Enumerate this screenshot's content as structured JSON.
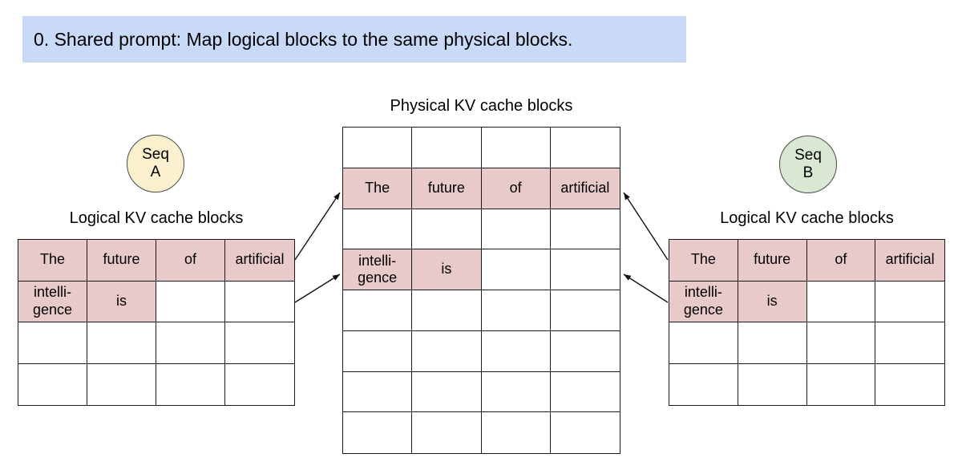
{
  "banner": {
    "text": "0. Shared prompt: Map logical blocks to the same physical blocks."
  },
  "colors": {
    "banner_bg": "#c9daf8",
    "filled_cell": "#e9caca",
    "seq_a_fill": "#fbf0cd",
    "seq_b_fill": "#d9e8d2",
    "table_border": "#1a1a1a"
  },
  "seq_a": {
    "line1": "Seq",
    "line2": "A"
  },
  "seq_b": {
    "line1": "Seq",
    "line2": "B"
  },
  "left_panel": {
    "title": "Logical KV cache blocks",
    "table": {
      "rows": [
        {
          "cells": [
            {
              "text": "The",
              "filled": true
            },
            {
              "text": "future",
              "filled": true
            },
            {
              "text": "of",
              "filled": true
            },
            {
              "text": "artificial",
              "filled": true
            }
          ]
        },
        {
          "cells": [
            {
              "text": "intelli-\ngence",
              "filled": true
            },
            {
              "text": "is",
              "filled": true
            },
            {
              "text": "",
              "filled": false
            },
            {
              "text": "",
              "filled": false
            }
          ]
        },
        {
          "cells": [
            {
              "text": "",
              "filled": false
            },
            {
              "text": "",
              "filled": false
            },
            {
              "text": "",
              "filled": false
            },
            {
              "text": "",
              "filled": false
            }
          ]
        },
        {
          "cells": [
            {
              "text": "",
              "filled": false
            },
            {
              "text": "",
              "filled": false
            },
            {
              "text": "",
              "filled": false
            },
            {
              "text": "",
              "filled": false
            }
          ]
        }
      ]
    }
  },
  "center_panel": {
    "title": "Physical KV cache blocks",
    "table": {
      "rows": [
        {
          "cells": [
            {
              "text": "",
              "filled": false
            },
            {
              "text": "",
              "filled": false
            },
            {
              "text": "",
              "filled": false
            },
            {
              "text": "",
              "filled": false
            }
          ]
        },
        {
          "cells": [
            {
              "text": "The",
              "filled": true
            },
            {
              "text": "future",
              "filled": true
            },
            {
              "text": "of",
              "filled": true
            },
            {
              "text": "artificial",
              "filled": true
            }
          ]
        },
        {
          "cells": [
            {
              "text": "",
              "filled": false
            },
            {
              "text": "",
              "filled": false
            },
            {
              "text": "",
              "filled": false
            },
            {
              "text": "",
              "filled": false
            }
          ]
        },
        {
          "cells": [
            {
              "text": "intelli-\ngence",
              "filled": true
            },
            {
              "text": "is",
              "filled": true
            },
            {
              "text": "",
              "filled": false
            },
            {
              "text": "",
              "filled": false
            }
          ]
        },
        {
          "cells": [
            {
              "text": "",
              "filled": false
            },
            {
              "text": "",
              "filled": false
            },
            {
              "text": "",
              "filled": false
            },
            {
              "text": "",
              "filled": false
            }
          ]
        },
        {
          "cells": [
            {
              "text": "",
              "filled": false
            },
            {
              "text": "",
              "filled": false
            },
            {
              "text": "",
              "filled": false
            },
            {
              "text": "",
              "filled": false
            }
          ]
        },
        {
          "cells": [
            {
              "text": "",
              "filled": false
            },
            {
              "text": "",
              "filled": false
            },
            {
              "text": "",
              "filled": false
            },
            {
              "text": "",
              "filled": false
            }
          ]
        },
        {
          "cells": [
            {
              "text": "",
              "filled": false
            },
            {
              "text": "",
              "filled": false
            },
            {
              "text": "",
              "filled": false
            },
            {
              "text": "",
              "filled": false
            }
          ]
        }
      ]
    }
  },
  "right_panel": {
    "title": "Logical KV cache blocks",
    "table": {
      "rows": [
        {
          "cells": [
            {
              "text": "The",
              "filled": true
            },
            {
              "text": "future",
              "filled": true
            },
            {
              "text": "of",
              "filled": true
            },
            {
              "text": "artificial",
              "filled": true
            }
          ]
        },
        {
          "cells": [
            {
              "text": "intelli-\ngence",
              "filled": true
            },
            {
              "text": "is",
              "filled": true
            },
            {
              "text": "",
              "filled": false
            },
            {
              "text": "",
              "filled": false
            }
          ]
        },
        {
          "cells": [
            {
              "text": "",
              "filled": false
            },
            {
              "text": "",
              "filled": false
            },
            {
              "text": "",
              "filled": false
            },
            {
              "text": "",
              "filled": false
            }
          ]
        },
        {
          "cells": [
            {
              "text": "",
              "filled": false
            },
            {
              "text": "",
              "filled": false
            },
            {
              "text": "",
              "filled": false
            },
            {
              "text": "",
              "filled": false
            }
          ]
        }
      ]
    }
  },
  "arrows": [
    {
      "from": "seq-a-logical-row-1",
      "to": "physical-row-2"
    },
    {
      "from": "seq-a-logical-row-2",
      "to": "physical-row-4"
    },
    {
      "from": "seq-b-logical-row-1",
      "to": "physical-row-2"
    },
    {
      "from": "seq-b-logical-row-2",
      "to": "physical-row-4"
    }
  ]
}
